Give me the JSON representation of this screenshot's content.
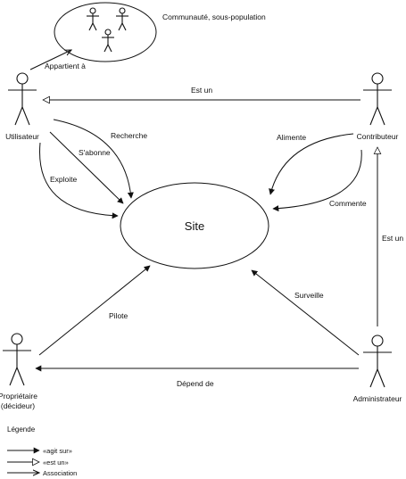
{
  "community": {
    "label": "Communauté, sous-population"
  },
  "site": {
    "label": "Site"
  },
  "actors": {
    "utilisateur": "Utilisateur",
    "contributeur": "Contributeur",
    "proprietaire_line1": "Propriétaire",
    "proprietaire_line2": "(décideur)",
    "administrateur": "Administrateur"
  },
  "relations": {
    "appartient": "Appartient à",
    "est_un_top": "Est un",
    "recherche": "Recherche",
    "sabonne": "S'abonne",
    "exploite": "Exploite",
    "alimente": "Alimente",
    "commente": "Commente",
    "est_un_right": "Est un",
    "pilote": "Pilote",
    "surveille": "Surveille",
    "depend": "Dépend de"
  },
  "legend": {
    "title": "Légende",
    "agit_sur": "«agit sur»",
    "est_un": "«est un»",
    "association": "Association"
  }
}
